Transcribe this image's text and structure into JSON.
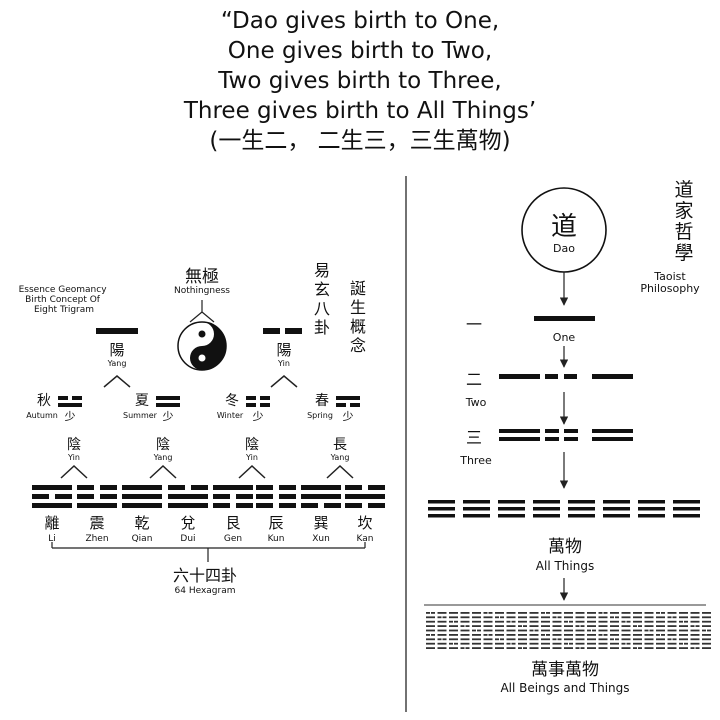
{
  "title": {
    "lines": [
      "“Dao gives birth to One,",
      "One gives birth to Two,",
      "Two gives birth to Three,",
      "Three gives birth to All Things’",
      "(一生二， 二生三，三生萬物)"
    ]
  },
  "left": {
    "essence_label": "Essence Geomancy Birth Concept Of Eight Trigram",
    "wuji_cn": "無極",
    "wuji_en": "Nothingness",
    "side_cn_1": "易玄八卦",
    "side_cn_2": "誕生概念",
    "yang_cn": "陽",
    "yang_en": "Yang",
    "yin_cn": "陽",
    "yin_en": "Yin",
    "seasons": [
      {
        "cn": "秋",
        "en": "Autumn",
        "shao": "少"
      },
      {
        "cn": "夏",
        "en": "Summer",
        "shao": "少"
      },
      {
        "cn": "冬",
        "en": "Winter",
        "shao": "少"
      },
      {
        "cn": "春",
        "en": "Spring",
        "shao": "少"
      }
    ],
    "level3": [
      {
        "cn": "陰",
        "en": "Yin"
      },
      {
        "cn": "陰",
        "en": "Yang"
      },
      {
        "cn": "陰",
        "en": "Yin"
      },
      {
        "cn": "長",
        "en": "Yang"
      }
    ],
    "trigrams": [
      {
        "cn": "離",
        "en": "Li"
      },
      {
        "cn": "震",
        "en": "Zhen"
      },
      {
        "cn": "乾",
        "en": "Qian"
      },
      {
        "cn": "兌",
        "en": "Dui"
      },
      {
        "cn": "艮",
        "en": "Gen"
      },
      {
        "cn": "辰",
        "en": "Kun"
      },
      {
        "cn": "巽",
        "en": "Xun"
      },
      {
        "cn": "坎",
        "en": "Kan"
      }
    ],
    "hex_cn": "六十四卦",
    "hex_en": "64 Hexagram"
  },
  "right": {
    "dao_cn": "道",
    "dao_en": "Dao",
    "philosophy_cn": "道家哲學",
    "philosophy_en_1": "Taoist",
    "philosophy_en_2": "Philosophy",
    "one_cn": "一",
    "one_en": "One",
    "two_cn": "二",
    "two_en": "Two",
    "three_cn": "三",
    "three_en": "Three",
    "all_cn": "萬物",
    "all_en": "All Things",
    "beings_cn": "萬事萬物",
    "beings_en": "All Beings and Things"
  },
  "colors": {
    "ink": "#111111",
    "background": "#ffffff",
    "divider": "#444444"
  }
}
